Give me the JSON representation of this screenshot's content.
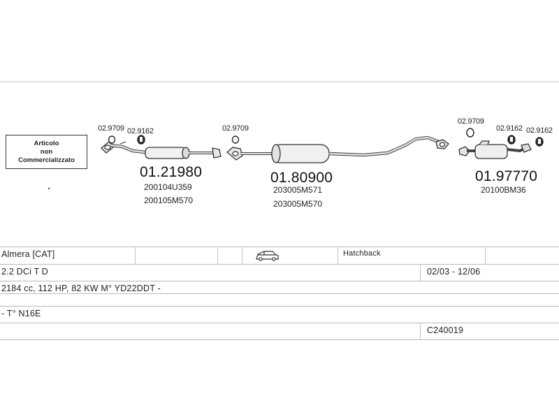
{
  "notice": {
    "line1": "Articolo",
    "line2": "non",
    "line3": "Commercializzato"
  },
  "parts": [
    {
      "number": "01.21980",
      "refs": [
        "200104U359",
        "200105M570"
      ],
      "fittings": [
        "02.9709",
        "02.9162"
      ]
    },
    {
      "number": "01.80900",
      "refs": [
        "203005M571",
        "203005M570"
      ],
      "fittings": [
        "02.9709"
      ]
    },
    {
      "number": "01.97770",
      "refs": [
        "20100BM36"
      ],
      "fittings": [
        "02.9709",
        "02.9162",
        "02.9162"
      ]
    }
  ],
  "vehicle": {
    "model": "Almera  [CAT]",
    "body_icon": "car-side-icon",
    "body_type": "Hatchback",
    "engine": "2.2 DCi T D",
    "dates": "02/03 - 12/06",
    "specs": "2184 cc, 112 HP, 82 KW M° YD22DDT -",
    "type_code": "- T° N16E",
    "catalog_code": "C240019"
  }
}
